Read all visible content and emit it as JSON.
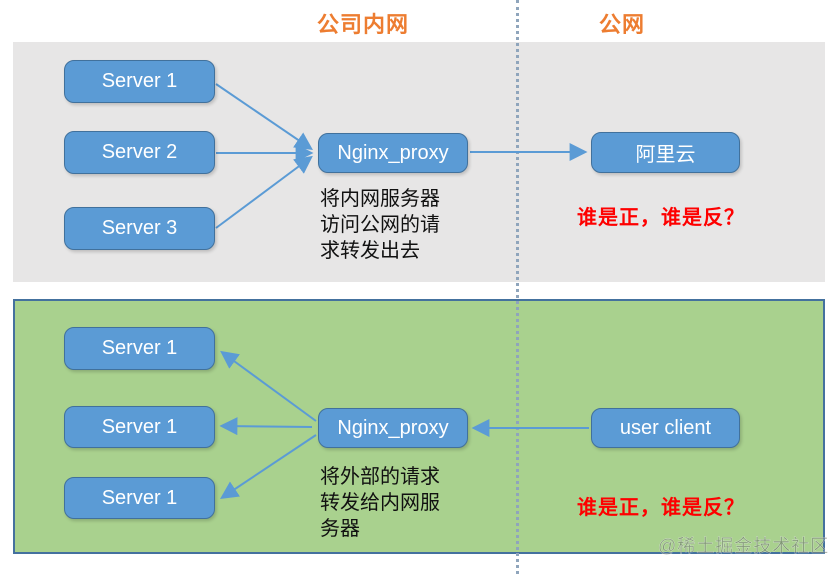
{
  "headers": {
    "intranet": "公司内网",
    "public": "公网"
  },
  "top_panel": {
    "servers": [
      "Server 1",
      "Server 2",
      "Server 3"
    ],
    "proxy": "Nginx_proxy",
    "cloud": "阿里云",
    "caption": "将内网服务器\n访问公网的请\n求转发出去",
    "question": "谁是正，谁是反？"
  },
  "bottom_panel": {
    "servers": [
      "Server 1",
      "Server 1",
      "Server 1"
    ],
    "proxy": "Nginx_proxy",
    "client": "user client",
    "caption": "将外部的请求\n转发给内网服\n务器",
    "question": "谁是正，谁是反？"
  },
  "watermark": "@稀土掘金技术社区",
  "colors": {
    "accent_blue": "#5B9BD5",
    "node_border": "#41719C",
    "panel_gray": "#E7E6E6",
    "panel_green": "#A9D18E",
    "green_panel_border": "#44719E",
    "header_orange": "#ED7D31",
    "question_red": "#FE0000",
    "divider_dotted": "#8FA5BC",
    "arrow": "#5B9BD5"
  }
}
